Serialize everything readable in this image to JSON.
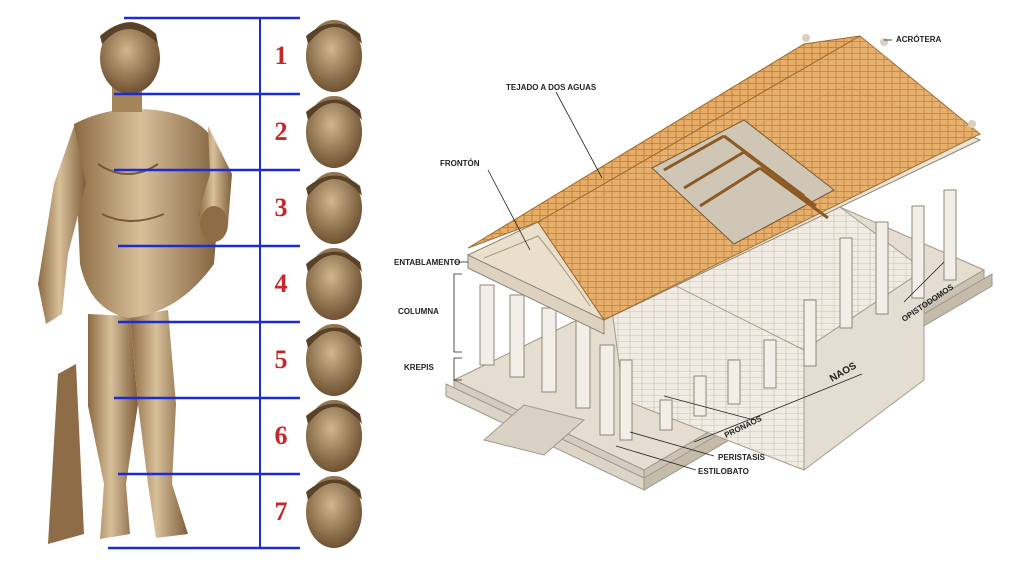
{
  "proportions": {
    "numbers": [
      "1",
      "2",
      "3",
      "4",
      "5",
      "6",
      "7"
    ]
  },
  "temple": {
    "labels": {
      "acrotera": "ACRÓTERA",
      "tejado": "TEJADO A DOS AGUAS",
      "fronton": "FRONTÓN",
      "entablamento": "ENTABLAMENTO",
      "columna": "COLUMNA",
      "krepis": "KREPIS",
      "opistodomos": "OPISTODOMOS",
      "naos": "NAOS",
      "pronaos": "PRONAOS",
      "peristasis": "PERISTASIS",
      "estilobato": "ESTILOBATO"
    }
  },
  "colors": {
    "measure_line": "#1d2bd4",
    "number": "#c4282c",
    "roof": "#e2a860",
    "stone": "#ece6dc",
    "statue": "#b89668"
  }
}
